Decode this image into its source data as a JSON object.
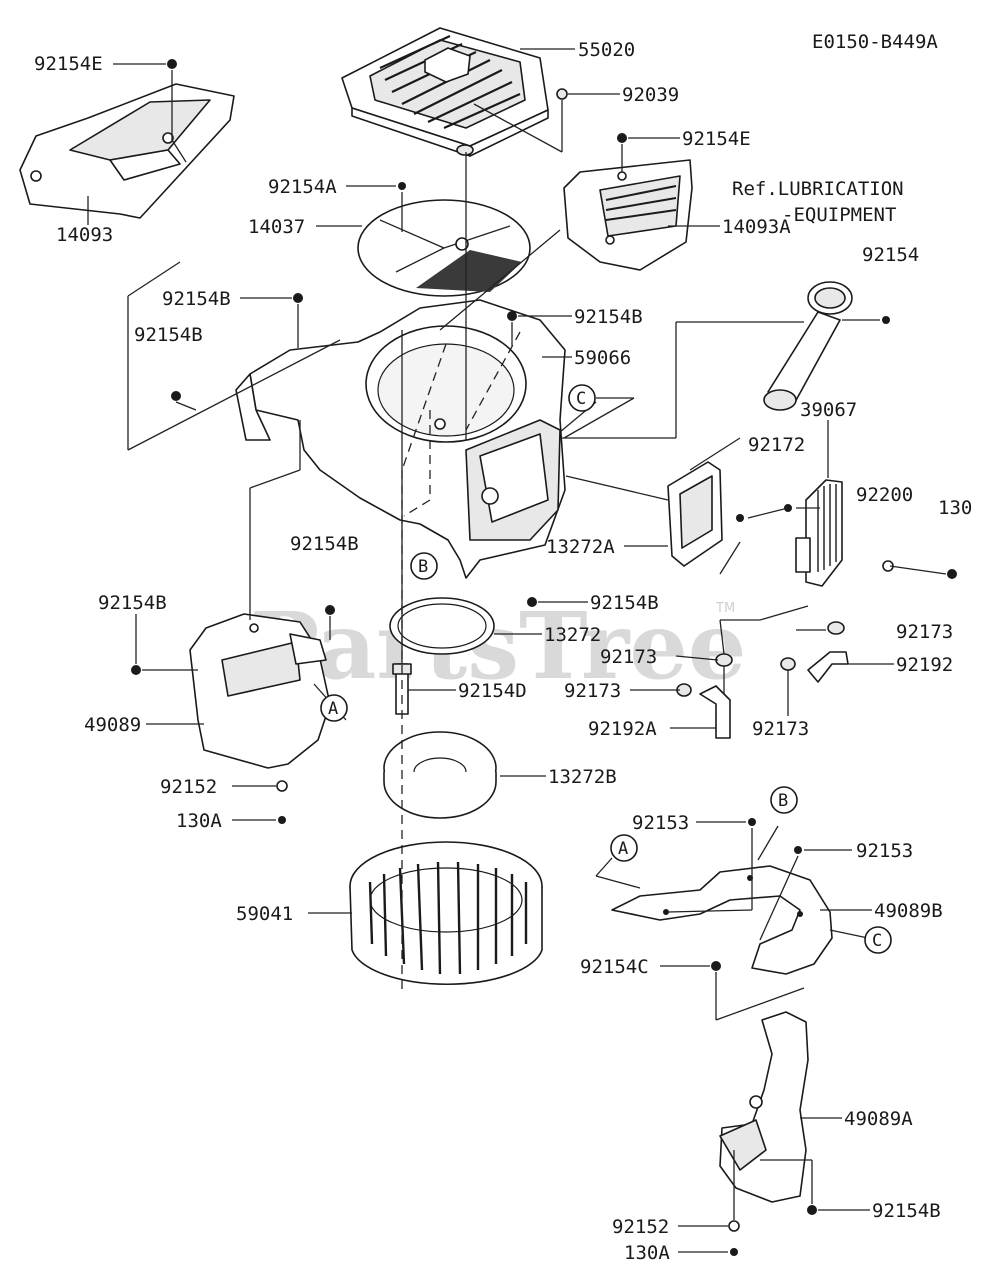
{
  "diagram_code": "E0150-B449A",
  "watermark": "PartsTree",
  "watermark_tm": "TM",
  "ref_note": {
    "line1": "Ref.LUBRICATION",
    "line2": "-EQUIPMENT"
  },
  "callouts": {
    "a": "A",
    "b": "B",
    "c": "C"
  },
  "parts": {
    "p55020": "55020",
    "p92039": "92039",
    "p92154E_left": "92154E",
    "p92154E_right": "92154E",
    "p14093": "14093",
    "p14093A": "14093A",
    "p92154A": "92154A",
    "p14037": "14037",
    "p92154": "92154",
    "p92154B_1": "92154B",
    "p92154B_2": "92154B",
    "p92154B_3": "92154B",
    "p92154B_4": "92154B",
    "p92154B_5": "92154B",
    "p92154B_6": "92154B",
    "p92154B_7": "92154B",
    "p59066": "59066",
    "p39067": "39067",
    "p92172": "92172",
    "p92200": "92200",
    "p130": "130",
    "p13272A": "13272A",
    "p13272": "13272",
    "p92173_1": "92173",
    "p92173_2": "92173",
    "p92173_3": "92173",
    "p92173_4": "92173",
    "p92192": "92192",
    "p92192A": "92192A",
    "p92154D": "92154D",
    "p49089": "49089",
    "p13272B": "13272B",
    "p92152_1": "92152",
    "p92152_2": "92152",
    "p130A_1": "130A",
    "p130A_2": "130A",
    "p92153_1": "92153",
    "p92153_2": "92153",
    "p59041": "59041",
    "p49089B": "49089B",
    "p92154C": "92154C",
    "p49089A": "49089A"
  }
}
